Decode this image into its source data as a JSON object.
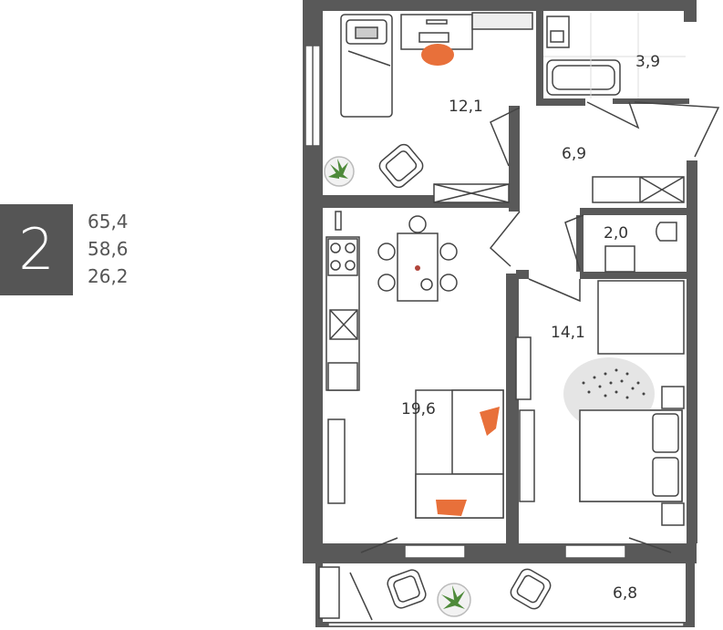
{
  "apartment": {
    "rooms_count": "2",
    "total_area": "65,4",
    "living_area": "58,6",
    "kitchen_area": "26,2"
  },
  "rooms": {
    "bedroom_small": "12,1",
    "bathroom": "3,9",
    "hallway": "6,9",
    "toilet": "2,0",
    "kitchen_living": "19,6",
    "bedroom_large": "14,1",
    "balcony": "6,8"
  },
  "colors": {
    "wall": "#595959",
    "accent": "#e8703a",
    "line": "#444444",
    "plant": "#4e8a3a"
  }
}
